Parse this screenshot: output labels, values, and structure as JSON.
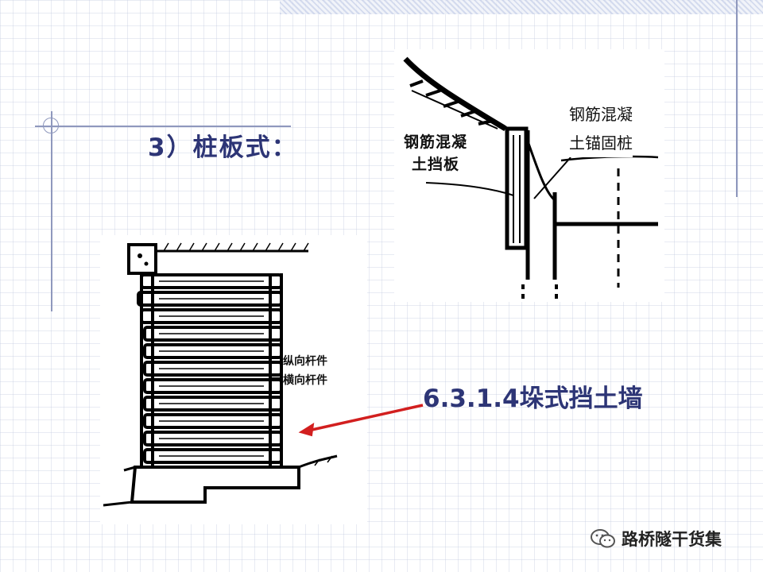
{
  "slide": {
    "heading": "3）桩板式：",
    "section_label": "6.3.1.4垛式挡土墙"
  },
  "pile_wall_figure": {
    "pile_label_line1": "钢筋混凝",
    "pile_label_line2": "土锚固桩",
    "panel_label_line1": "钢筋混凝",
    "panel_label_line2": "土挡板"
  },
  "crib_wall_figure": {
    "longitudinal_member_label": "纵向杆件",
    "transverse_member_label": "横向杆件"
  },
  "watermark": {
    "text": "路桥隧干货集",
    "icon": "wechat-icon"
  },
  "colors": {
    "heading": "#2d3576",
    "arrow": "#d21f1f",
    "decoration": "#8f98bd"
  }
}
